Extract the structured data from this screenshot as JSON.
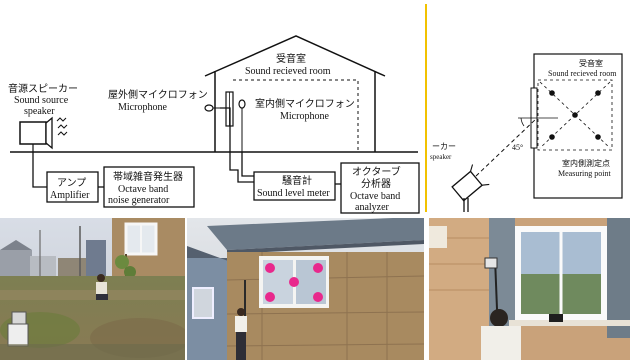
{
  "left_diagram": {
    "source_label_jp": "音源スピーカー",
    "source_label_en_1": "Sound source",
    "source_label_en_2": "speaker",
    "outdoor_mic_jp": "屋外側マイクロフォン",
    "outdoor_mic_en": "Microphone",
    "room_jp": "受音室",
    "room_en": "Sound recieved room",
    "indoor_mic_jp": "室内側マイクロフォン",
    "indoor_mic_en": "Microphone",
    "amp_jp": "アンプ",
    "amp_en": "Amplifier",
    "noise_jp": "帯域雑音発生器",
    "noise_en_1": "Octave band",
    "noise_en_2": "noise generator",
    "meter_jp": "騒音計",
    "meter_en": "Sound level meter",
    "analyzer_jp_1": "オクターブ",
    "analyzer_jp_2": "分析器",
    "analyzer_en_1": "Octave band",
    "analyzer_en_2": "analyzer"
  },
  "right_diagram": {
    "room_jp": "受音室",
    "room_en": "Sound recieved room",
    "speaker_partial_jp": "ーカー",
    "speaker_partial_en": "speaker",
    "angle": "45°",
    "point_jp": "室内側測定点",
    "point_en": "Measuring point"
  },
  "colors": {
    "divider": "#f2c200",
    "marker": "#e8288c"
  }
}
